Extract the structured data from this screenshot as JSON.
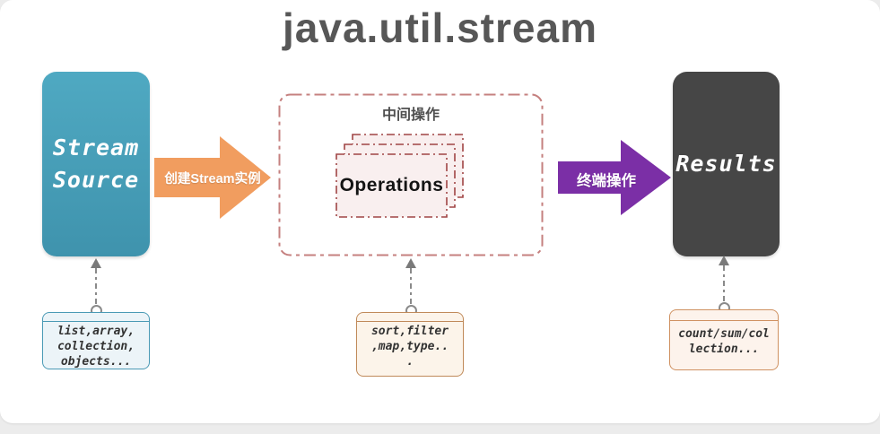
{
  "page": {
    "title": "java.util.stream"
  },
  "flow": {
    "source": {
      "line1": "Stream",
      "line2": "Source"
    },
    "create_arrow_label": "创建Stream实例",
    "intermediate": {
      "title": "中间操作",
      "operations_label": "Operations"
    },
    "terminal_arrow_label": "终端操作",
    "results_label": "Results"
  },
  "notes": {
    "source": {
      "line1": "list,array,",
      "line2": "collection,",
      "line3": "objects..."
    },
    "intermediate": {
      "line1": "sort,filter",
      "line2": ",map,type..",
      "line3": "."
    },
    "results": {
      "line1": "count/sum/col",
      "line2": "lection..."
    }
  },
  "colors": {
    "title_text": "#575757",
    "source_box": "#47a1bb",
    "results_box": "#464646",
    "create_arrow": "#f19d5f",
    "terminal_arrow": "#7b2fa6",
    "dashed_border": "#c5807f",
    "card_border": "#a04545",
    "card_fill": "#f9efef",
    "note_source_border": "#4a9ab5",
    "note_source_bg": "#ecf4f8",
    "note_orange_border": "#c08a5a",
    "note_orange_bg": "#fcf4ea",
    "connector": "#8a8a8a"
  }
}
